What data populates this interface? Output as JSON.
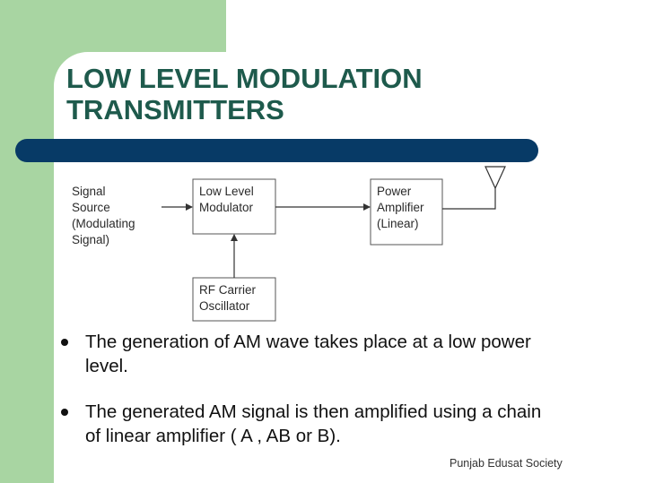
{
  "slide": {
    "title_line1": "LOW LEVEL MODULATION",
    "title_line2": "TRANSMITTERS",
    "footer": "Punjab Edusat Society"
  },
  "diagram": {
    "signal_source": [
      "Signal",
      "Source",
      "(Modulating",
      "Signal)"
    ],
    "modulator": [
      "Low Level",
      "Modulator"
    ],
    "power_amplifier": [
      "Power",
      "Amplifier",
      "(Linear)"
    ],
    "rf_oscillator": [
      "RF Carrier",
      "Oscillator"
    ]
  },
  "bullets": [
    {
      "lines": [
        "The generation of AM wave takes place at a low power",
        "level."
      ]
    },
    {
      "lines": [
        "The generated AM signal is then amplified using a chain",
        "of linear amplifier ( A , AB or B)."
      ]
    }
  ],
  "colors": {
    "green": "#a8d5a2",
    "title": "#1e5a4c",
    "bar": "#073a66"
  }
}
